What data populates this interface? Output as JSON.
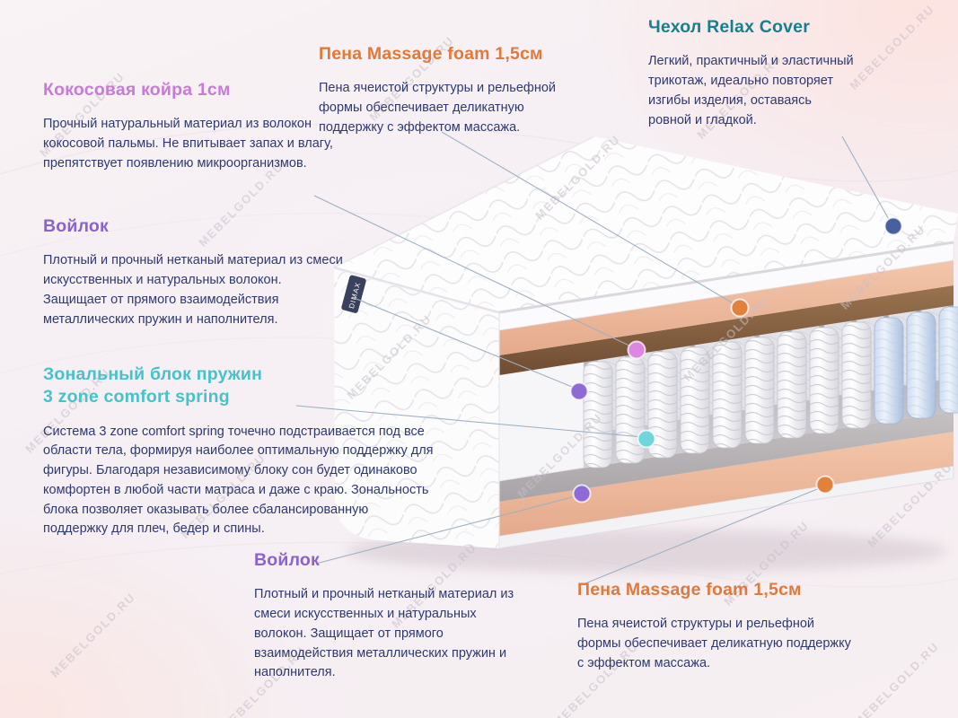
{
  "watermark": "MEBELGOLD.RU",
  "brand_tag": "DIMAX",
  "palette": {
    "body_text": "#2e3a6e",
    "heading_coir": "#c77bd6",
    "heading_foam": "#e0793a",
    "heading_cover": "#17808f",
    "heading_felt": "#8a63cc",
    "heading_springs": "#47c2ca",
    "dot_cover": "#4a5f9e",
    "dot_foam": "#e2813c",
    "dot_coir": "#df85e2",
    "dot_springs": "#6fd6de",
    "dot_felt": "#8f6ad4",
    "layer_coir_brown": "#8a6242",
    "layer_foam_salmon": "#eebda1",
    "layer_felt_gray": "#b9b5b8",
    "springs_blue": "#c7d7ee"
  },
  "callouts": {
    "coir": {
      "title": "Кокосовая койра 1см",
      "body": "Прочный натуральный материал из волокон кокосовой пальмы. Не впитывает запах и влагу, препятствует появлению микроорганизмов."
    },
    "foam_top": {
      "title": "Пена Massage foam 1,5см",
      "body": "Пена ячеистой структуры и рельефной формы обеспечивает деликатную поддержку с эффектом массажа."
    },
    "cover": {
      "title": "Чехол Relax Cover",
      "body": "Легкий, практичный и эластичный трикотаж, идеально повторяет изгибы изделия, оставаясь ровной и гладкой."
    },
    "felt_top": {
      "title": "Войлок",
      "body": "Плотный и прочный нетканый материал из смеси искусственных и натуральных волокон. Защищает от прямого взаимодействия металлических пружин и наполнителя."
    },
    "springs": {
      "title_line1": "Зональный блок пружин",
      "title_line2": "3 zone comfort spring",
      "body": "Система 3 zone comfort spring точечно подстраивается под все области тела, формируя наиболее оптимальную поддержку для фигуры. Благодаря независимому блоку сон будет одинаково комфортен в любой части матраса и даже с краю. Зональность блока позволяет оказывать более сбалансированную поддержку для плеч, бедер и спины."
    },
    "felt_bottom": {
      "title": "Войлок",
      "body": "Плотный и прочный нетканый материал из смеси искусственных и натуральных волокон. Защищает от прямого взаимодействия металлических пружин и наполнителя."
    },
    "foam_bottom": {
      "title": "Пена Massage foam 1,5см",
      "body": "Пена ячеистой структуры и рельефной формы обеспечивает деликатную поддержку с эффектом массажа."
    }
  }
}
